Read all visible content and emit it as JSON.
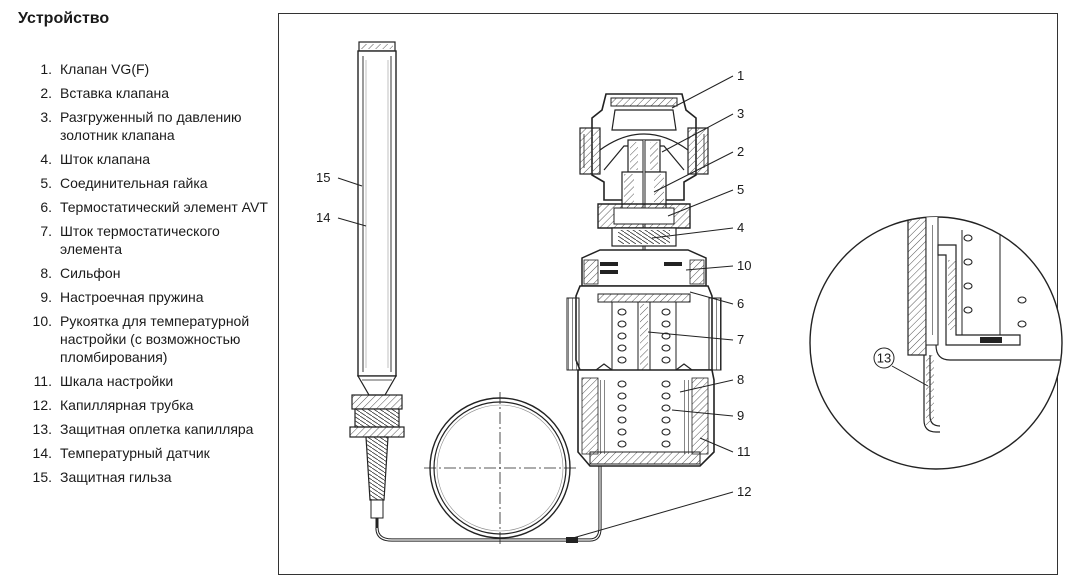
{
  "title": "Устройство",
  "legend": [
    {
      "num": "1.",
      "text": "Клапан VG(F)"
    },
    {
      "num": "2.",
      "text": "Вставка клапана"
    },
    {
      "num": "3.",
      "text": "Разгруженный по давлению золотник клапана"
    },
    {
      "num": "4.",
      "text": "Шток клапана"
    },
    {
      "num": "5.",
      "text": "Соединительная гайка"
    },
    {
      "num": "6.",
      "text": "Термостатический элемент AVT"
    },
    {
      "num": "7.",
      "text": "Шток термостатического элемента"
    },
    {
      "num": "8.",
      "text": "Сильфон"
    },
    {
      "num": "9.",
      "text": "Настроечная пружина"
    },
    {
      "num": "10.",
      "text": "Рукоятка для температурной настройки (с возможностью пломбирования)"
    },
    {
      "num": "11.",
      "text": "Шкала настройки"
    },
    {
      "num": "12.",
      "text": "Капиллярная трубка"
    },
    {
      "num": "13.",
      "text": "Защитная оплетка капилляра"
    },
    {
      "num": "14.",
      "text": "Температурный датчик"
    },
    {
      "num": "15.",
      "text": "Защитная гильза"
    }
  ],
  "callouts": {
    "c1": "1",
    "c2": "2",
    "c3": "3",
    "c4": "4",
    "c5": "5",
    "c6": "6",
    "c7": "7",
    "c8": "8",
    "c9": "9",
    "c10": "10",
    "c11": "11",
    "c12": "12",
    "c13": "13",
    "c14": "14",
    "c15": "15"
  }
}
